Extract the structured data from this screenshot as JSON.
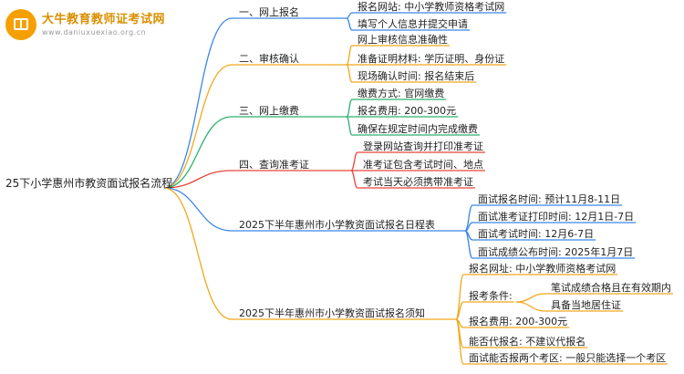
{
  "logo": {
    "title": "大牛教育教师证考试网",
    "subtitle": "www.daniuxuexiao.org.cn",
    "icon": "book-icon"
  },
  "root": "25下小学惠州市教资面试报名流程",
  "colors": {
    "blue": "#3a86e8",
    "orange": "#f0a81c",
    "green": "#2db16e",
    "red": "#e8443a"
  },
  "branches": [
    {
      "label": "一、网上报名",
      "color": "blue",
      "children": [
        {
          "label": "报名网站: 中小学教师资格考试网"
        },
        {
          "label": "填写个人信息并提交申请"
        }
      ]
    },
    {
      "label": "二、审核确认",
      "color": "orange",
      "children": [
        {
          "label": "网上审核信息准确性"
        },
        {
          "label": "准备证明材料: 学历证明、身份证"
        },
        {
          "label": "现场确认时间: 报名结束后"
        }
      ]
    },
    {
      "label": "三、网上缴费",
      "color": "green",
      "children": [
        {
          "label": "缴费方式: 官网缴费"
        },
        {
          "label": "报名费用: 200-300元"
        },
        {
          "label": "确保在规定时间内完成缴费"
        }
      ]
    },
    {
      "label": "四、查询准考证",
      "color": "red",
      "children": [
        {
          "label": "登录网站查询并打印准考证"
        },
        {
          "label": "准考证包含考试时间、地点"
        },
        {
          "label": "考试当天必须携带准考证"
        }
      ]
    },
    {
      "label": "2025下半年惠州市小学教资面试报名日程表",
      "color": "blue",
      "children": [
        {
          "label": "面试报名时间: 预计11月8-11日"
        },
        {
          "label": "面试准考证打印时间: 12月1日-7日"
        },
        {
          "label": "面试考试时间: 12月6-7日"
        },
        {
          "label": "面试成绩公布时间: 2025年1月7日"
        }
      ]
    },
    {
      "label": "2025下半年惠州市小学教资面试报名须知",
      "color": "orange",
      "children": [
        {
          "label": "报名网址: 中小学教师资格考试网"
        },
        {
          "label": "报考条件:",
          "children": [
            {
              "label": "笔试成绩合格且在有效期内"
            },
            {
              "label": "具备当地居住证"
            }
          ]
        },
        {
          "label": "报名费用: 200-300元"
        },
        {
          "label": "能否代报名: 不建议代报名"
        },
        {
          "label": "面试能否报两个考区: 一般只能选择一个考区"
        }
      ]
    }
  ]
}
